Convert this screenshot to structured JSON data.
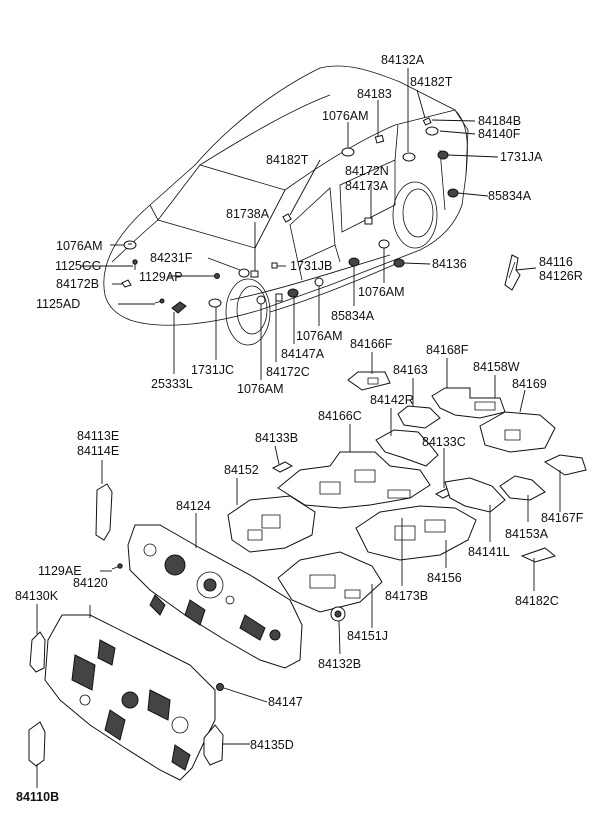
{
  "labels": {
    "p84132A": "84132A",
    "p84182T_a": "84182T",
    "p84183": "84183",
    "p84184B": "84184B",
    "p1076AM_a": "1076AM",
    "p84140F": "84140F",
    "p1731JA": "1731JA",
    "p84182T_b": "84182T",
    "p84172N": "84172N",
    "p84173A": "84173A",
    "p85834A_a": "85834A",
    "p81738A": "81738A",
    "p1076AM_b": "1076AM",
    "p84231F": "84231F",
    "p1125GG": "1125GG",
    "p1731JB": "1731JB",
    "p84136": "84136",
    "p84116": "84116",
    "p84126R": "84126R",
    "p1129AP": "1129AP",
    "p84172B": "84172B",
    "p1125AD": "1125AD",
    "p1076AM_c": "1076AM",
    "p85834A_b": "85834A",
    "p1076AM_d": "1076AM",
    "p84147A": "84147A",
    "p1731JC": "1731JC",
    "p84172C": "84172C",
    "p25333L": "25333L",
    "p1076AM_e": "1076AM",
    "p84166F": "84166F",
    "p84168F": "84168F",
    "p84163": "84163",
    "p84158W": "84158W",
    "p84142R": "84142R",
    "p84169": "84169",
    "p84166C": "84166C",
    "p84113E": "84113E",
    "p84114E": "84114E",
    "p84133B": "84133B",
    "p84133C": "84133C",
    "p84152": "84152",
    "p84124": "84124",
    "p84153A": "84153A",
    "p84167F": "84167F",
    "p84141L": "84141L",
    "p1129AE": "1129AE",
    "p84120": "84120",
    "p84156": "84156",
    "p84130K": "84130K",
    "p84173B": "84173B",
    "p84182C": "84182C",
    "p84151J": "84151J",
    "p84132B": "84132B",
    "p84147": "84147",
    "p84135D": "84135D",
    "p84110B": "84110B"
  }
}
